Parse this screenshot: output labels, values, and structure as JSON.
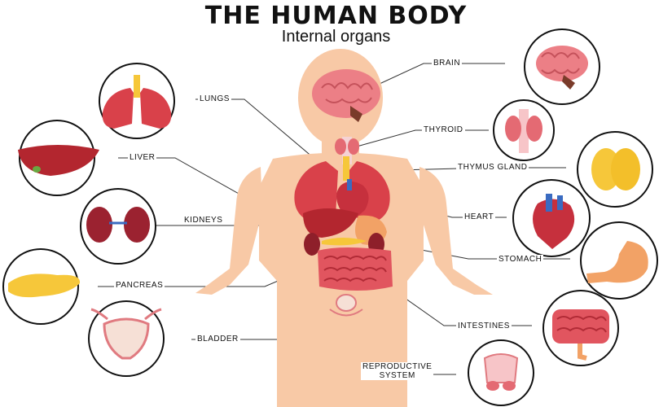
{
  "header": {
    "title": "THE HUMAN BODY",
    "subtitle": "Internal organs"
  },
  "labels": {
    "brain": "BRAIN",
    "lungs": "LUNGS",
    "thyroid": "THYROID",
    "liver": "LIVER",
    "thymus": "THYMUS GLAND",
    "heart": "HEART",
    "kidneys": "KIDNEYS",
    "stomach": "STOMACH",
    "pancreas": "PANCREAS",
    "intestines": "INTESTINES",
    "bladder": "BLADDER",
    "reproductive_line1": "REPRODUCTIVE",
    "reproductive_line2": "SYSTEM"
  },
  "colors": {
    "skin": "#f8c9a6",
    "organ_red": "#d9414a",
    "organ_dark": "#8e1f2a",
    "brain_pink": "#ec7f86",
    "gland_yellow": "#f6c73a",
    "stomach_orange": "#f2a266",
    "kidney_red": "#9b2230"
  }
}
